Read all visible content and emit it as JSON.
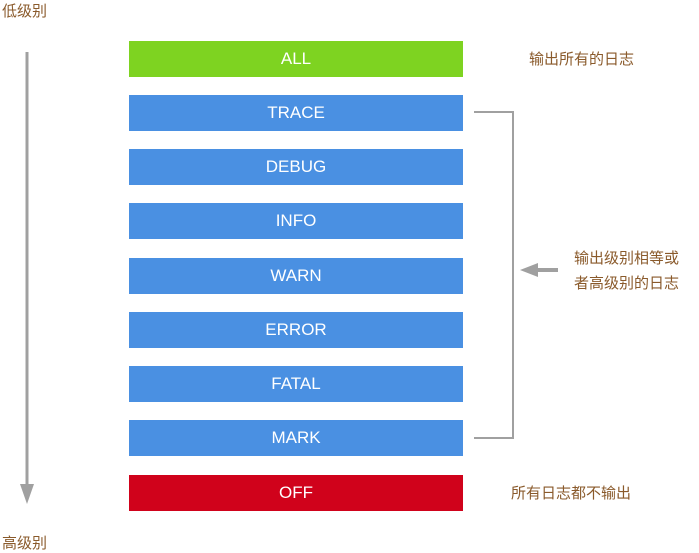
{
  "axis": {
    "top_label": "低级别",
    "bottom_label": "高级别"
  },
  "levels": [
    {
      "name": "ALL",
      "color": "#7ed321"
    },
    {
      "name": "TRACE",
      "color": "#4a90e2"
    },
    {
      "name": "DEBUG",
      "color": "#4a90e2"
    },
    {
      "name": "INFO",
      "color": "#4a90e2"
    },
    {
      "name": "WARN",
      "color": "#4a90e2"
    },
    {
      "name": "ERROR",
      "color": "#4a90e2"
    },
    {
      "name": "FATAL",
      "color": "#4a90e2"
    },
    {
      "name": "MARK",
      "color": "#4a90e2"
    },
    {
      "name": "OFF",
      "color": "#d0021b"
    }
  ],
  "annotations": {
    "all": "输出所有的日志",
    "range_line1": "输出级别相等或",
    "range_line2": "者高级别的日志",
    "off": "所有日志都不输出"
  },
  "colors": {
    "arrow_gray": "#a0a0a0",
    "text_brown": "#8a5a2b"
  }
}
